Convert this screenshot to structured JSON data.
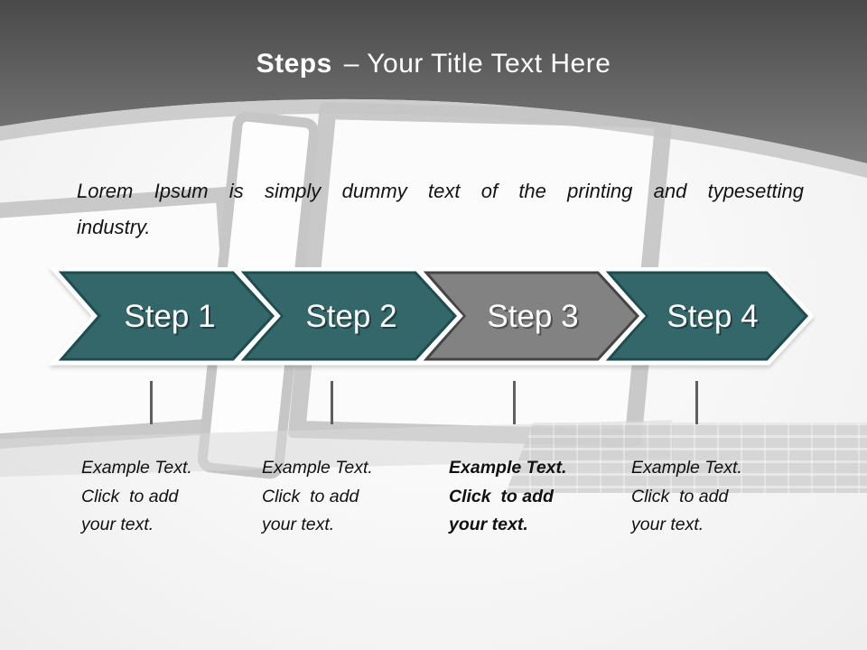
{
  "slide": {
    "title": {
      "bold": "Steps",
      "rest": "– Your Title Text Here"
    },
    "intro": {
      "line1": "Lorem Ipsum is simply dummy text of the printing and typesetting",
      "line2": "industry."
    },
    "steps": [
      {
        "label": "Step 1",
        "state": "normal",
        "body_text": "Example Text.\nClick  to add\nyour text."
      },
      {
        "label": "Step 2",
        "state": "normal",
        "body_text": "Example Text.\nClick  to add\nyour text."
      },
      {
        "label": "Step 3",
        "state": "highlighted",
        "body_text": "Example Text.\nClick  to add\nyour text."
      },
      {
        "label": "Step 4",
        "state": "normal",
        "body_text": "Example Text.\nClick  to add\nyour text."
      }
    ],
    "colors": {
      "step_teal": "#336769",
      "step_teal_border": "#1f4d4f",
      "step_gray": "#828282",
      "step_gray_border": "#454545",
      "header_dark": "#4a4a4a",
      "header_light": "#7d7d7d",
      "header_band": "#c6c6c6",
      "title_text": "#ffffff",
      "body_text": "#141414"
    }
  }
}
